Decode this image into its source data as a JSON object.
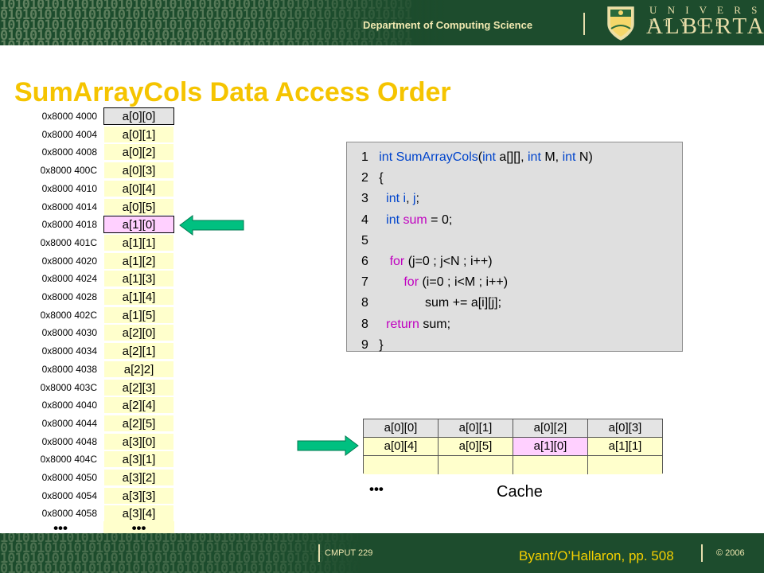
{
  "header": {
    "department": "Department of Computing Science",
    "university_of": "U N I V E R S I T Y   O F",
    "alberta": "ALBERTA"
  },
  "title": "SumArrayCols Data Access Order",
  "memory": {
    "rows": [
      {
        "addr": "0x8000 4000",
        "elem": "a[0][0]"
      },
      {
        "addr": "0x8000 4004",
        "elem": "a[0][1]"
      },
      {
        "addr": "0x8000 4008",
        "elem": "a[0][2]"
      },
      {
        "addr": "0x8000 400C",
        "elem": "a[0][3]"
      },
      {
        "addr": "0x8000 4010",
        "elem": "a[0][4]"
      },
      {
        "addr": "0x8000 4014",
        "elem": "a[0][5]"
      },
      {
        "addr": "0x8000 4018",
        "elem": "a[1][0]"
      },
      {
        "addr": "0x8000 401C",
        "elem": "a[1][1]"
      },
      {
        "addr": "0x8000 4020",
        "elem": "a[1][2]"
      },
      {
        "addr": "0x8000 4024",
        "elem": "a[1][3]"
      },
      {
        "addr": "0x8000 4028",
        "elem": "a[1][4]"
      },
      {
        "addr": "0x8000 402C",
        "elem": "a[1][5]"
      },
      {
        "addr": "0x8000 4030",
        "elem": "a[2][0]"
      },
      {
        "addr": "0x8000 4034",
        "elem": "a[2][1]"
      },
      {
        "addr": "0x8000 4038",
        "elem": "a[2]2]"
      },
      {
        "addr": "0x8000 403C",
        "elem": "a[2][3]"
      },
      {
        "addr": "0x8000 4040",
        "elem": "a[2][4]"
      },
      {
        "addr": "0x8000 4044",
        "elem": "a[2][5]"
      },
      {
        "addr": "0x8000 4048",
        "elem": "a[3][0]"
      },
      {
        "addr": "0x8000 404C",
        "elem": "a[3][1]"
      },
      {
        "addr": "0x8000 4050",
        "elem": "a[3][2]"
      },
      {
        "addr": "0x8000 4054",
        "elem": "a[3][3]"
      },
      {
        "addr": "0x8000 4058",
        "elem": "a[3][4]"
      }
    ],
    "addr_ellipsis": "•••",
    "elem_ellipsis": "•••",
    "highlight_elem": "a[1][0]"
  },
  "code": {
    "lines": [
      {
        "num": "1",
        "parts": [
          {
            "t": "   "
          },
          {
            "t": "int",
            "c": "kw"
          },
          {
            "t": " "
          },
          {
            "t": "SumArrayCols",
            "c": "kw"
          },
          {
            "t": "("
          },
          {
            "t": "int",
            "c": "kw"
          },
          {
            "t": " a[][], "
          },
          {
            "t": "int",
            "c": "kw"
          },
          {
            "t": " M, "
          },
          {
            "t": "int",
            "c": "kw"
          },
          {
            "t": " N)"
          }
        ]
      },
      {
        "num": "2",
        "parts": [
          {
            "t": "   {"
          }
        ]
      },
      {
        "num": "3",
        "parts": [
          {
            "t": "     "
          },
          {
            "t": "int",
            "c": "kw"
          },
          {
            "t": " "
          },
          {
            "t": "i",
            "c": "kw"
          },
          {
            "t": ", "
          },
          {
            "t": "j",
            "c": "kw"
          },
          {
            "t": ";"
          }
        ]
      },
      {
        "num": "4",
        "parts": [
          {
            "t": "     "
          },
          {
            "t": "int",
            "c": "kw"
          },
          {
            "t": " "
          },
          {
            "t": "sum",
            "c": "kw2"
          },
          {
            "t": " = 0;"
          }
        ]
      },
      {
        "num": "5",
        "parts": [
          {
            "t": ""
          }
        ]
      },
      {
        "num": "6",
        "parts": [
          {
            "t": "      "
          },
          {
            "t": "for",
            "c": "kw2"
          },
          {
            "t": " (j=0 ; j<N ; i++)"
          }
        ]
      },
      {
        "num": "7",
        "parts": [
          {
            "t": "          "
          },
          {
            "t": "for",
            "c": "kw2"
          },
          {
            "t": " (i=0 ; i<M ; i++)"
          }
        ]
      },
      {
        "num": "8",
        "parts": [
          {
            "t": "                sum += a[i][j];"
          }
        ]
      },
      {
        "num": "8",
        "parts": [
          {
            "t": "     "
          },
          {
            "t": "return",
            "c": "kw2"
          },
          {
            "t": " sum;"
          }
        ]
      },
      {
        "num": "9",
        "parts": [
          {
            "t": "   }"
          }
        ]
      }
    ]
  },
  "cache": {
    "rows": [
      [
        "a[0][0]",
        "a[0][1]",
        "a[0][2]",
        "a[0][3]"
      ],
      [
        "a[0][4]",
        "a[0][5]",
        "a[1][0]",
        "a[1][1]"
      ],
      [
        "",
        "",
        "",
        ""
      ]
    ],
    "ellipsis": "•••",
    "label": "Cache"
  },
  "footer": {
    "course": "CMPUT 229",
    "citation": "Byant/O’Hallaron, pp. 508",
    "copyright": "© 2006"
  },
  "colors": {
    "header_bg": "#1d4c2d",
    "title": "#f5c400",
    "cell": "#ffffcc",
    "highlight": "#ffd0ff",
    "arrow": "#00c080",
    "keyword": "#0044cc",
    "keyword2": "#c000c0"
  }
}
